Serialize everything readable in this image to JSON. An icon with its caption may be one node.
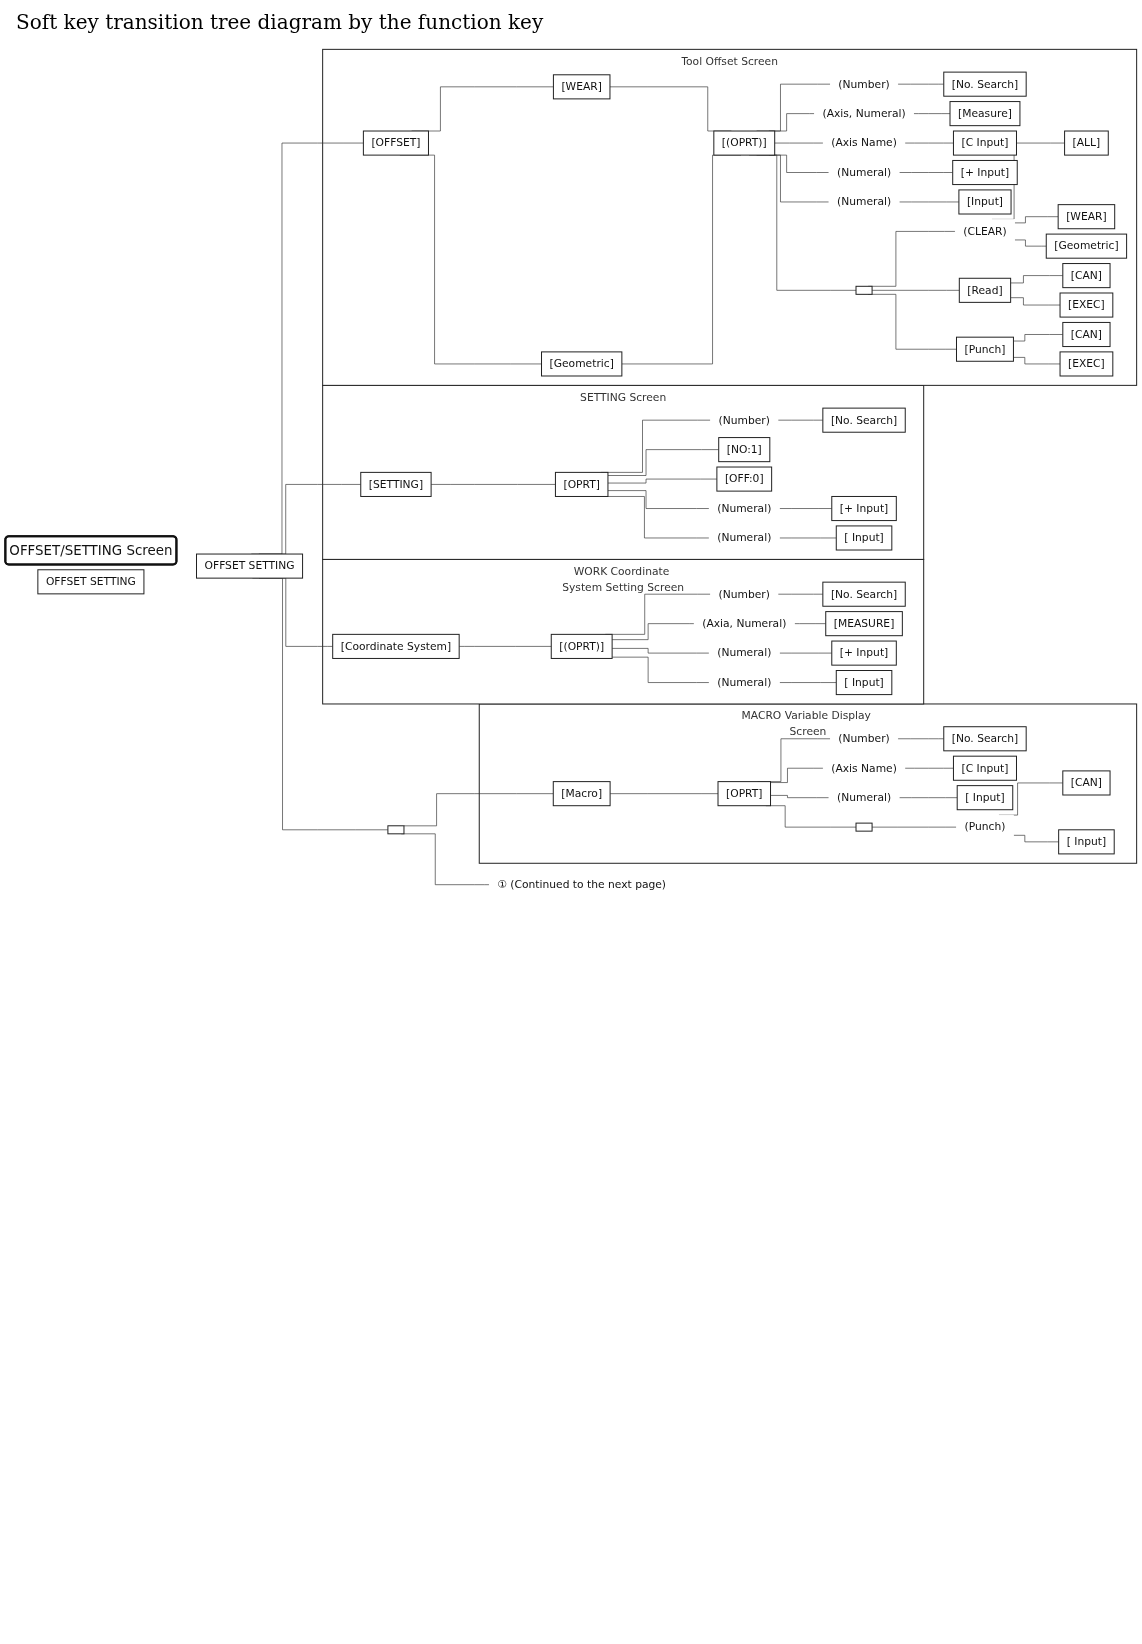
{
  "diagram": {
    "title": "Soft key transition tree diagram by the function key",
    "nodes": [
      {
        "text": [
          "OFFSET/SETTING Screen"
        ]
      },
      {
        "text": [
          "OFFSET SETTING"
        ]
      },
      {
        "text": [
          "OFFSET SETTING"
        ]
      },
      {
        "text": [
          "Tool Offset Screen"
        ]
      },
      {
        "text": [
          "[OFFSET]"
        ],
        "in": 3
      },
      {
        "text": [
          "[WEAR]"
        ],
        "in": 3
      },
      {
        "text": [
          "[Geometric]"
        ],
        "in": 3
      },
      {
        "text": [
          "[(OPRT)]"
        ],
        "in": 3
      },
      {
        "text": [
          "(Number)"
        ],
        "in": 3
      },
      {
        "text": [
          "[No. Search]"
        ],
        "in": 3
      },
      {
        "text": [
          "(Axis, Numeral)"
        ],
        "in": 3
      },
      {
        "text": [
          "[Measure]"
        ],
        "in": 3
      },
      {
        "text": [
          "(Axis Name)"
        ],
        "in": 3
      },
      {
        "text": [
          "[C Input]"
        ],
        "in": 3
      },
      {
        "text": [
          "(Numeral)"
        ],
        "in": 3
      },
      {
        "text": [
          "[+ Input]"
        ],
        "in": 3
      },
      {
        "text": [
          "(Numeral)"
        ],
        "in": 3
      },
      {
        "text": [
          "[Input]"
        ],
        "in": 3
      },
      {
        "text": [],
        "shape": "box",
        "in": 3
      },
      {
        "text": [
          "(CLEAR)"
        ],
        "in": 3
      },
      {
        "text": [
          "[ALL]"
        ],
        "in": 3
      },
      {
        "text": [
          "[WEAR]"
        ],
        "in": 3
      },
      {
        "text": [
          "[Geometric]"
        ],
        "in": 3
      },
      {
        "text": [
          "[Read]"
        ],
        "in": 3
      },
      {
        "text": [
          "[CAN]"
        ],
        "in": 3
      },
      {
        "text": [
          "[EXEC]"
        ],
        "in": 3
      },
      {
        "text": [
          "[Punch]"
        ],
        "in": 3
      },
      {
        "text": [
          "[CAN]"
        ],
        "in": 3
      },
      {
        "text": [
          "[EXEC]"
        ],
        "in": 3
      },
      {
        "text": [
          "SETTING Screen"
        ]
      },
      {
        "text": [
          "[SETTING]"
        ],
        "in": 29
      },
      {
        "text": [
          "[OPRT]"
        ],
        "in": 29
      },
      {
        "text": [
          "(Number)"
        ],
        "in": 29
      },
      {
        "text": [
          "[No. Search]"
        ],
        "in": 29
      },
      {
        "text": [
          "[NO:1]"
        ],
        "in": 29
      },
      {
        "text": [
          "[OFF:0]"
        ],
        "in": 29
      },
      {
        "text": [
          "(Numeral)"
        ],
        "in": 29
      },
      {
        "text": [
          "[+ Input]"
        ],
        "in": 29
      },
      {
        "text": [
          "(Numeral)"
        ],
        "in": 29
      },
      {
        "text": [
          "[ Input]"
        ],
        "in": 29
      },
      {
        "text": [
          "WORK Coordinate System Setting Screen"
        ]
      },
      {
        "text": [
          "[Coordinate System]"
        ],
        "in": 40
      },
      {
        "text": [
          "[(OPRT)]"
        ],
        "in": 40
      },
      {
        "text": [
          "(Number)"
        ],
        "in": 40
      },
      {
        "text": [
          "[No. Search]"
        ],
        "in": 40
      },
      {
        "text": [
          "(Axia, Numeral)"
        ],
        "in": 40
      },
      {
        "text": [
          "[MEASURE]"
        ],
        "in": 40
      },
      {
        "text": [
          "(Numeral)"
        ],
        "in": 40
      },
      {
        "text": [
          "[+ Input]"
        ],
        "in": 40
      },
      {
        "text": [
          "(Numeral)"
        ],
        "in": 40
      },
      {
        "text": [
          "[ Input]"
        ],
        "in": 40
      },
      {
        "text": [],
        "shape": "box"
      },
      {
        "text": [
          "MACRO Variable Display Screen"
        ]
      },
      {
        "text": [
          "[Macro]"
        ],
        "in": 52
      },
      {
        "text": [
          "[OPRT]"
        ],
        "in": 52
      },
      {
        "text": [
          "(Number)"
        ],
        "in": 52
      },
      {
        "text": [
          "[No. Search]"
        ],
        "in": 52
      },
      {
        "text": [
          "(Axis Name)"
        ],
        "in": 52
      },
      {
        "text": [
          "[C Input]"
        ],
        "in": 52
      },
      {
        "text": [
          "(Numeral)"
        ],
        "in": 52
      },
      {
        "text": [
          "[ Input]"
        ],
        "in": 52
      },
      {
        "text": [],
        "shape": "box",
        "in": 52
      },
      {
        "text": [
          "(Punch)"
        ],
        "in": 52
      },
      {
        "text": [
          "[CAN]"
        ],
        "in": 52
      },
      {
        "text": [
          "[ Input]"
        ],
        "in": 52
      },
      {
        "text": [
          "① (Continued to the next page)"
        ]
      }
    ],
    "edges": [
      {
        "from": 2,
        "to": 4,
        "arrow": "none"
      },
      {
        "from": 4,
        "to": 5,
        "arrow": "none"
      },
      {
        "from": 4,
        "to": 6,
        "arrow": "none"
      },
      {
        "from": 5,
        "to": 7,
        "arrow": "none"
      },
      {
        "from": 6,
        "to": 7,
        "arrow": "none"
      },
      {
        "from": 7,
        "to": 8,
        "arrow": "none"
      },
      {
        "from": 8,
        "to": 9,
        "arrow": "none"
      },
      {
        "from": 7,
        "to": 10,
        "arrow": "none"
      },
      {
        "from": 10,
        "to": 11,
        "arrow": "none"
      },
      {
        "from": 7,
        "to": 12,
        "arrow": "none"
      },
      {
        "from": 12,
        "to": 13,
        "arrow": "none"
      },
      {
        "from": 7,
        "to": 14,
        "arrow": "none"
      },
      {
        "from": 14,
        "to": 15,
        "arrow": "none"
      },
      {
        "from": 7,
        "to": 16,
        "arrow": "none"
      },
      {
        "from": 16,
        "to": 17,
        "arrow": "none"
      },
      {
        "from": 7,
        "to": 18,
        "arrow": "none"
      },
      {
        "from": 18,
        "to": 19,
        "arrow": "none"
      },
      {
        "from": 19,
        "to": 20,
        "arrow": "none"
      },
      {
        "from": 19,
        "to": 21,
        "arrow": "none"
      },
      {
        "from": 19,
        "to": 22,
        "arrow": "none"
      },
      {
        "from": 18,
        "to": 23,
        "arrow": "none"
      },
      {
        "from": 23,
        "to": 24,
        "arrow": "none"
      },
      {
        "from": 23,
        "to": 25,
        "arrow": "none"
      },
      {
        "from": 18,
        "to": 26,
        "arrow": "none"
      },
      {
        "from": 26,
        "to": 27,
        "arrow": "none"
      },
      {
        "from": 26,
        "to": 28,
        "arrow": "none"
      },
      {
        "from": 2,
        "to": 30,
        "arrow": "none"
      },
      {
        "from": 30,
        "to": 31,
        "arrow": "none"
      },
      {
        "from": 31,
        "to": 32,
        "arrow": "none"
      },
      {
        "from": 32,
        "to": 33,
        "arrow": "none"
      },
      {
        "from": 31,
        "to": 34,
        "arrow": "none"
      },
      {
        "from": 31,
        "to": 35,
        "arrow": "none"
      },
      {
        "from": 31,
        "to": 36,
        "arrow": "none"
      },
      {
        "from": 36,
        "to": 37,
        "arrow": "none"
      },
      {
        "from": 31,
        "to": 38,
        "arrow": "none"
      },
      {
        "from": 38,
        "to": 39,
        "arrow": "none"
      },
      {
        "from": 2,
        "to": 41,
        "arrow": "none"
      },
      {
        "from": 41,
        "to": 42,
        "arrow": "none"
      },
      {
        "from": 42,
        "to": 43,
        "arrow": "none"
      },
      {
        "from": 43,
        "to": 44,
        "arrow": "none"
      },
      {
        "from": 42,
        "to": 45,
        "arrow": "none"
      },
      {
        "from": 45,
        "to": 46,
        "arrow": "none"
      },
      {
        "from": 42,
        "to": 47,
        "arrow": "none"
      },
      {
        "from": 47,
        "to": 48,
        "arrow": "none"
      },
      {
        "from": 42,
        "to": 49,
        "arrow": "none"
      },
      {
        "from": 49,
        "to": 50,
        "arrow": "none"
      },
      {
        "from": 2,
        "to": 51,
        "arrow": "none"
      },
      {
        "from": 51,
        "to": 53,
        "arrow": "none"
      },
      {
        "from": 53,
        "to": 54,
        "arrow": "none"
      },
      {
        "from": 54,
        "to": 55,
        "arrow": "none"
      },
      {
        "from": 55,
        "to": 56,
        "arrow": "none"
      },
      {
        "from": 54,
        "to": 57,
        "arrow": "none"
      },
      {
        "from": 57,
        "to": 58,
        "arrow": "none"
      },
      {
        "from": 54,
        "to": 59,
        "arrow": "none"
      },
      {
        "from": 59,
        "to": 60,
        "arrow": "none"
      },
      {
        "from": 54,
        "to": 61,
        "arrow": "none"
      },
      {
        "from": 61,
        "to": 62,
        "arrow": "none"
      },
      {
        "from": 62,
        "to": 63,
        "arrow": "none"
      },
      {
        "from": 62,
        "to": 64,
        "arrow": "none"
      },
      {
        "from": 51,
        "to": 65,
        "arrow": "none"
      }
    ]
  }
}
